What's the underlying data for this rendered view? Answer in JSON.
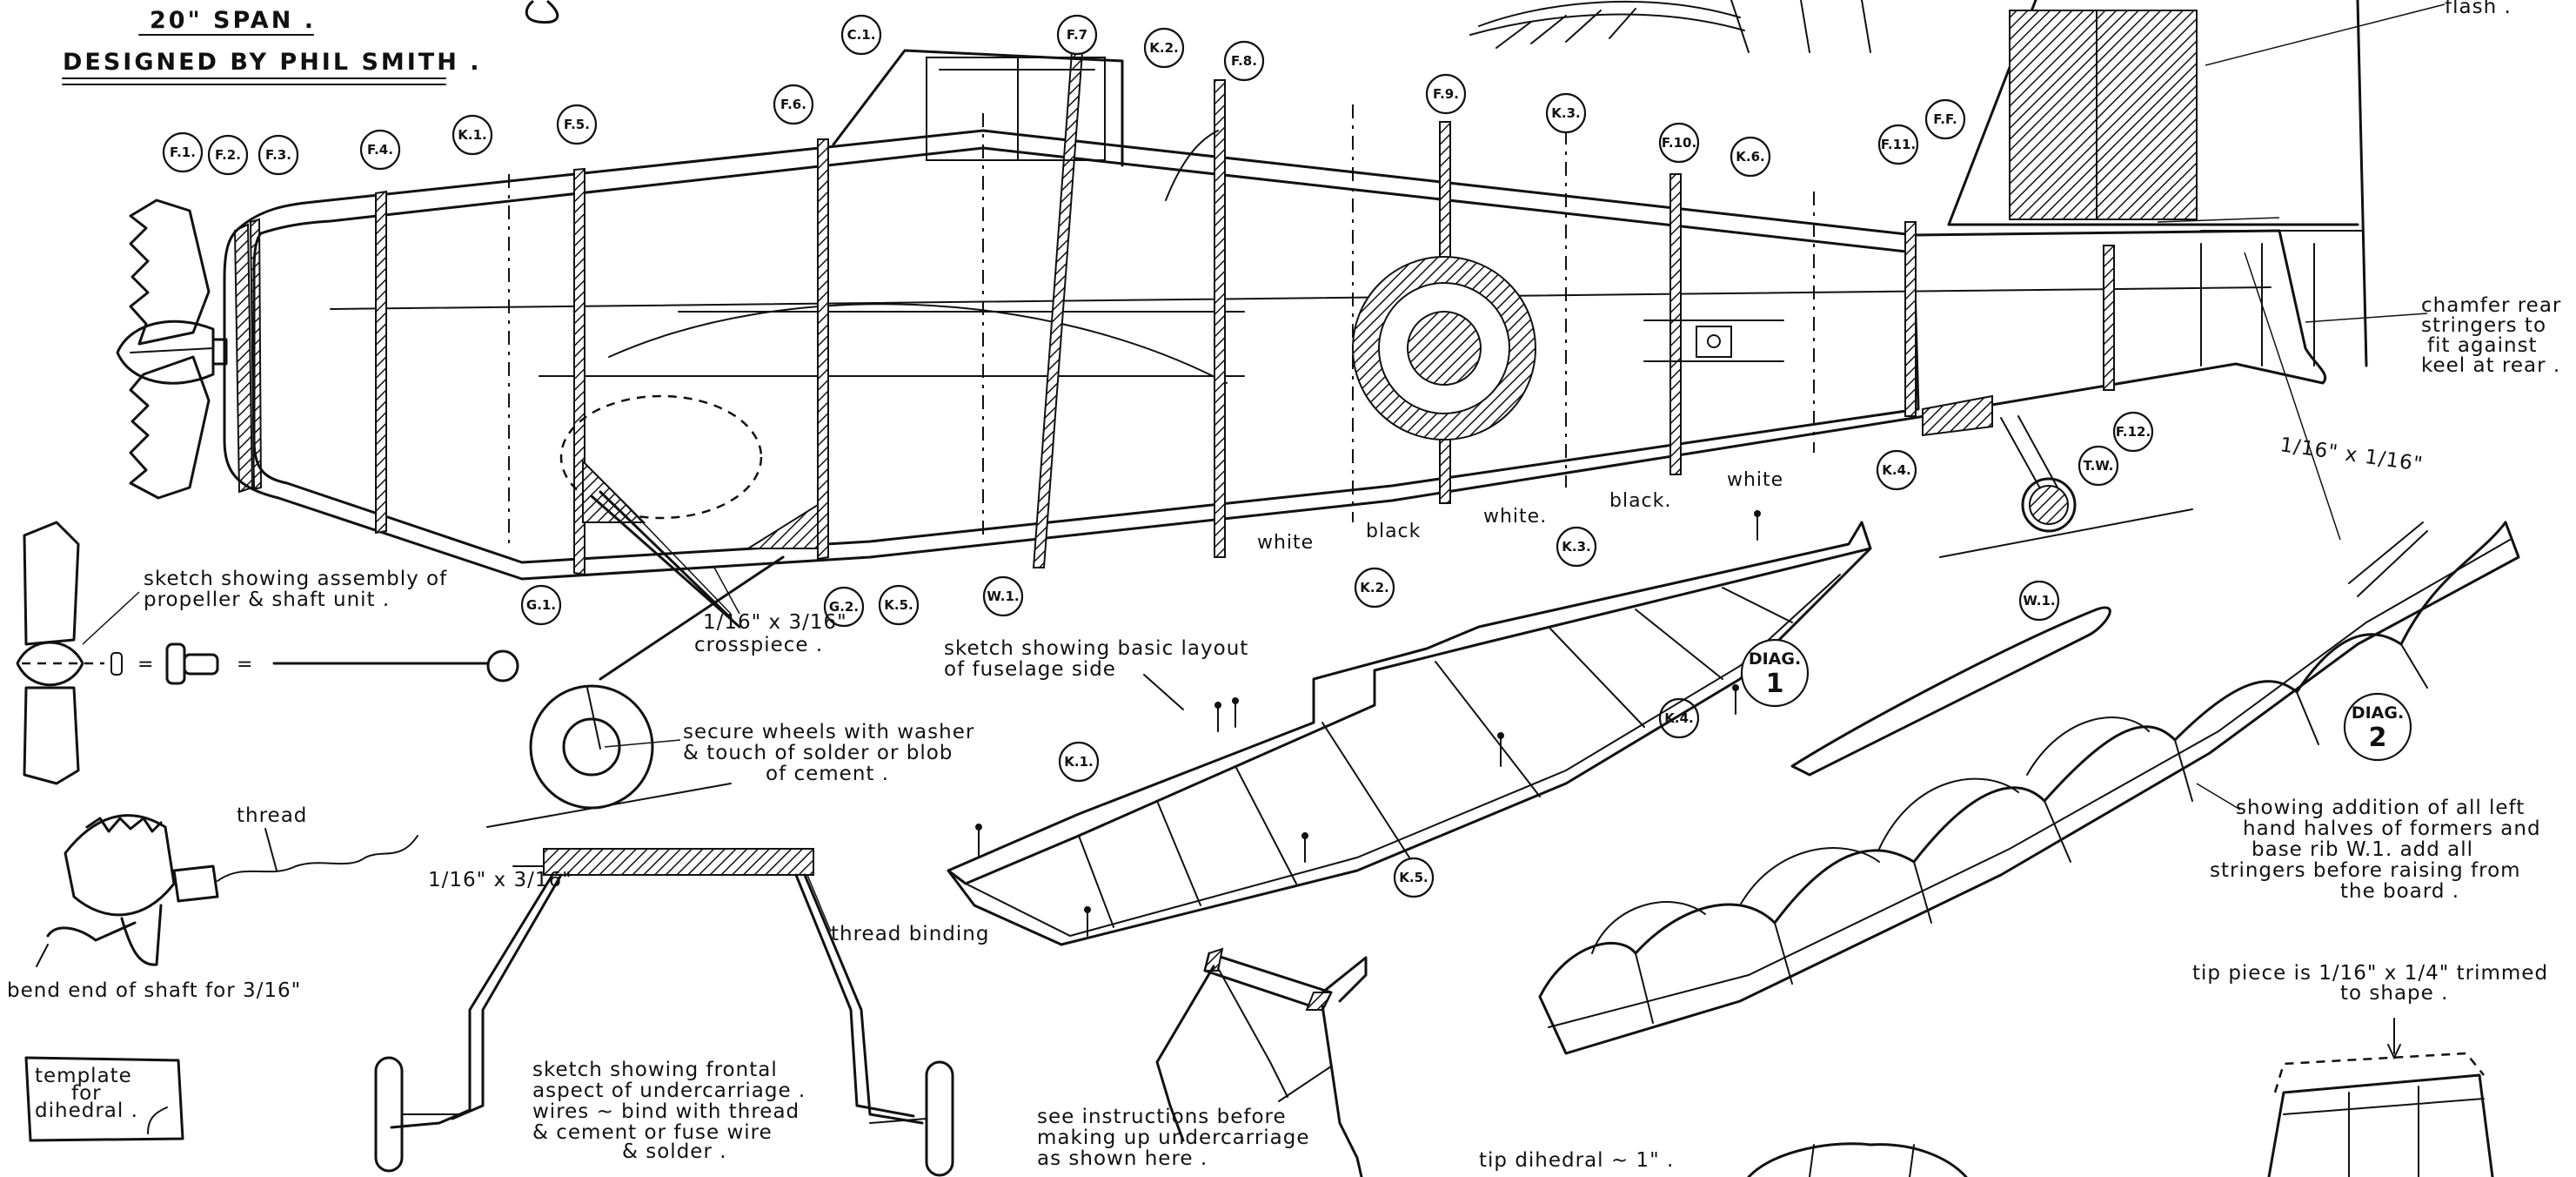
{
  "header": {
    "span": "20\" SPAN .",
    "designer": "DESIGNED BY PHIL SMITH ."
  },
  "part_tags": [
    "C.1.",
    "F.7",
    "K.2.",
    "F.8.",
    "F.6.",
    "F.1.",
    "F.2.",
    "F.3.",
    "F.4.",
    "K.1.",
    "F.5.",
    "F.9.",
    "K.3.",
    "F.10.",
    "K.6.",
    "F.11.",
    "F.F.",
    "F.12.",
    "T.W.",
    "K.4.",
    "G.1.",
    "G.2.",
    "K.5.",
    "W.1.",
    "K.3.",
    "K.2.",
    "K.4.",
    "K.1.",
    "K.5.",
    "W.1."
  ],
  "diag_badges": [
    {
      "label": "DIAG.",
      "number": "1"
    },
    {
      "label": "DIAG.",
      "number": "2"
    }
  ],
  "colour_labels": [
    "white",
    "black",
    "white.",
    "black.",
    "white"
  ],
  "notes": {
    "flash": "flash .",
    "chamfer": [
      "chamfer rear",
      "stringers to",
      "fit against",
      "keel at rear ."
    ],
    "stringer_size": "1/16\" x 1/16\"",
    "propeller": [
      "sketch showing assembly of",
      "propeller & shaft unit ."
    ],
    "crosspiece": [
      "1/16\" x 3/16\"",
      "crosspiece ."
    ],
    "basic_layout": [
      "sketch showing basic layout",
      "of fuselage side"
    ],
    "wheels": [
      "secure wheels with washer",
      "& touch of solder or blob",
      "of cement ."
    ],
    "thread": "thread",
    "bend": "bend end of shaft for 3/16\"",
    "uc_size": "1/16\" x 3/16\"",
    "thread_binding": "thread binding",
    "template": [
      "template",
      "for",
      "dihedral ."
    ],
    "frontal": [
      "sketch showing frontal",
      "aspect of undercarriage .",
      "wires ~ bind with thread",
      "& cement or fuse wire",
      "& solder ."
    ],
    "instructions": [
      "see instructions before",
      "making up undercarriage",
      "as shown here ."
    ],
    "tip_dihedral": "tip dihedral ~ 1\" .",
    "formers": [
      "showing addition of all left",
      "hand halves of formers and",
      "base rib W.1.   add all",
      "stringers before raising from",
      "the board ."
    ],
    "tip_piece": [
      "tip piece is  1/16\" x 1/4\"  trimmed",
      "to shape ."
    ]
  }
}
